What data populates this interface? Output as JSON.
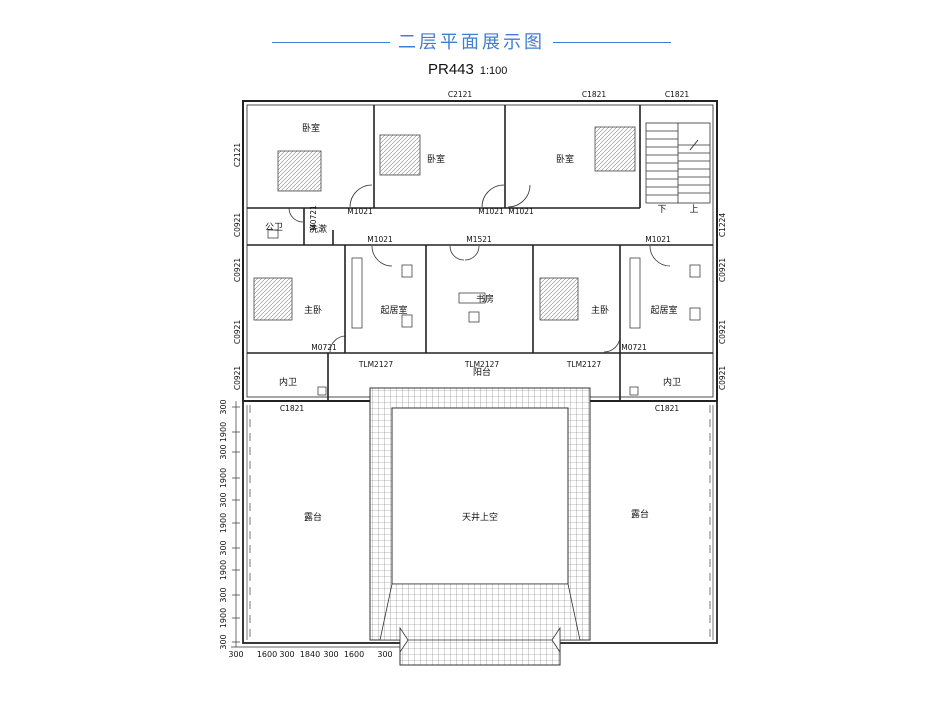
{
  "header": {
    "title": "二层平面展示图",
    "code": "PR443",
    "scale": "1:100"
  },
  "rooms": {
    "bed1": "卧室",
    "bed2": "卧室",
    "bed3": "卧室",
    "public_bath": "公卫",
    "laundry": "洗漱",
    "master_left": "主卧",
    "sitting_left": "起居室",
    "study": "书房",
    "master_right": "主卧",
    "sitting_right": "起居室",
    "bath_left": "内卫",
    "bath_right": "内卫",
    "balcony": "阳台",
    "terrace_left": "露台",
    "terrace_right": "露台",
    "courtyard": "天井上空",
    "stair_down": "下",
    "stair_up": "上"
  },
  "labels": {
    "c2121_top": "C2121",
    "c1821_top_a": "C1821",
    "c1821_top_b": "C1821",
    "c2121_left": "C2121",
    "c0921_l1": "C0921",
    "c0921_l2": "C0921",
    "c0921_l3": "C0921",
    "c0921_l4": "C0921",
    "c0921_r1": "C0921",
    "c0921_r2": "C0921",
    "c0921_r3": "C0921",
    "c1224_r": "C1224",
    "m1021_a": "M1021",
    "m1021_b": "M1021",
    "m1021_c": "M1021",
    "m1021_d": "M1021",
    "m1021_e": "M1021",
    "m0721_a": "M0721",
    "m0721_b": "M0721",
    "m0721_c": "M0721",
    "m1521": "M1521",
    "tlm_a": "TLM2127",
    "tlm_b": "TLM2127",
    "tlm_c": "TLM2127",
    "c1821_bath_l": "C1821",
    "c1821_bath_r": "C1821"
  },
  "dims": {
    "left_vertical": [
      "300",
      "1900",
      "300",
      "1900",
      "300",
      "1900",
      "300",
      "1900",
      "300",
      "1900",
      "300"
    ],
    "bottom": [
      "300",
      "1600",
      "300",
      "1840",
      "300",
      "1600",
      "300"
    ]
  }
}
